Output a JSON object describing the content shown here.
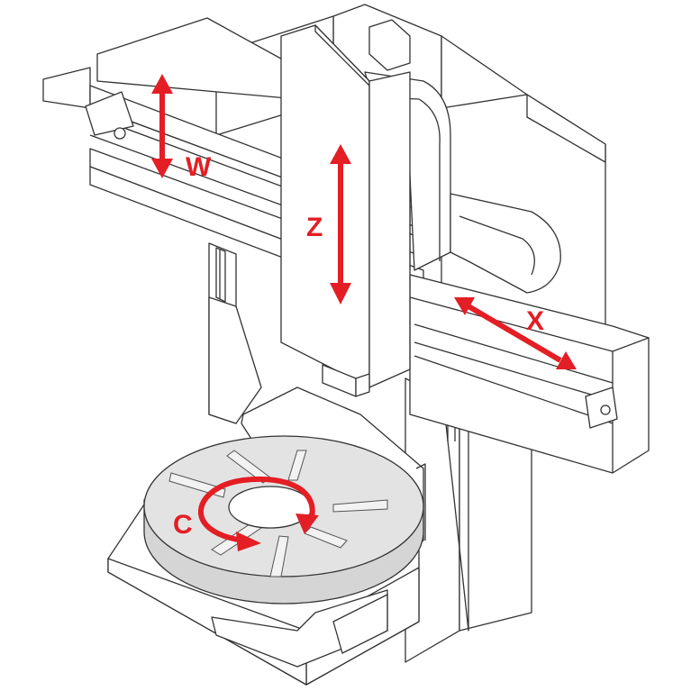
{
  "diagram": {
    "accent_color": "#e31e24",
    "line_color": "#333333",
    "table_color": "#e3e3e3",
    "axes": [
      {
        "id": "w",
        "label": "W"
      },
      {
        "id": "z",
        "label": "Z"
      },
      {
        "id": "x",
        "label": "X"
      },
      {
        "id": "c",
        "label": "C"
      }
    ]
  }
}
